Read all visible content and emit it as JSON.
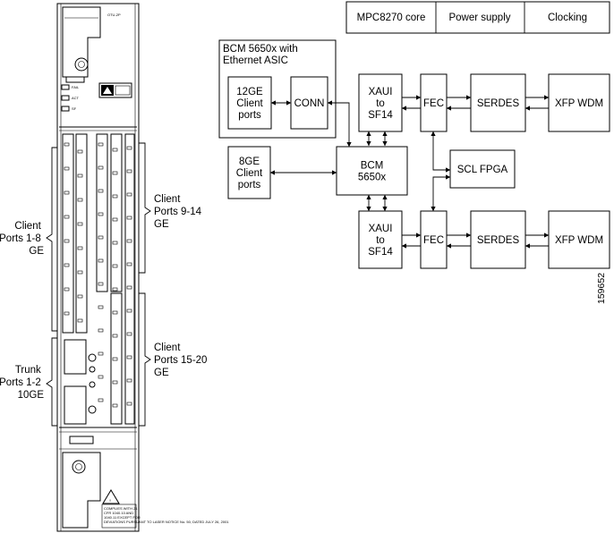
{
  "card": {
    "header_text": "OTU-2P",
    "leds": [
      "FAIL",
      "ACT",
      "SF"
    ],
    "warning_text": "COMPLIES WITH 21 CFR 1040.10 AND 1040.11 EXCEPT FOR DEVIATIONS PURSUANT TO LASER NOTICE No. 50, DATED JULY 26, 2001"
  },
  "callouts": {
    "client_1_8": [
      "Client",
      "Ports 1-8",
      "GE"
    ],
    "client_9_14": [
      "Client",
      "Ports 9-14",
      "GE"
    ],
    "client_15_20": [
      "Client",
      "Ports 15-20",
      "GE"
    ],
    "trunk_1_2": [
      "Trunk",
      "Ports 1-2",
      "10GE"
    ]
  },
  "top_blocks": [
    "MPC8270 core",
    "Power supply",
    "Clocking"
  ],
  "group_box": {
    "label_line1": "BCM 5650x with",
    "label_line2": "Ethernet ASIC"
  },
  "blocks": {
    "client12": [
      "12GE",
      "Client",
      "ports"
    ],
    "conn": [
      "CONN"
    ],
    "client8": [
      "8GE",
      "Client",
      "ports"
    ],
    "bcm": [
      "BCM",
      "5650x"
    ],
    "xaui_top": [
      "XAUI",
      "to",
      "SF14"
    ],
    "fec_top": [
      "FEC"
    ],
    "serdes_top": [
      "SERDES"
    ],
    "xfp_top": [
      "XFP WDM"
    ],
    "scl": [
      "SCL FPGA"
    ],
    "xaui_bottom": [
      "XAUI",
      "to",
      "SF14"
    ],
    "fec_bottom": [
      "FEC"
    ],
    "serdes_bottom": [
      "SERDES"
    ],
    "xfp_bottom": [
      "XFP WDM"
    ]
  },
  "figure_id": "159652"
}
